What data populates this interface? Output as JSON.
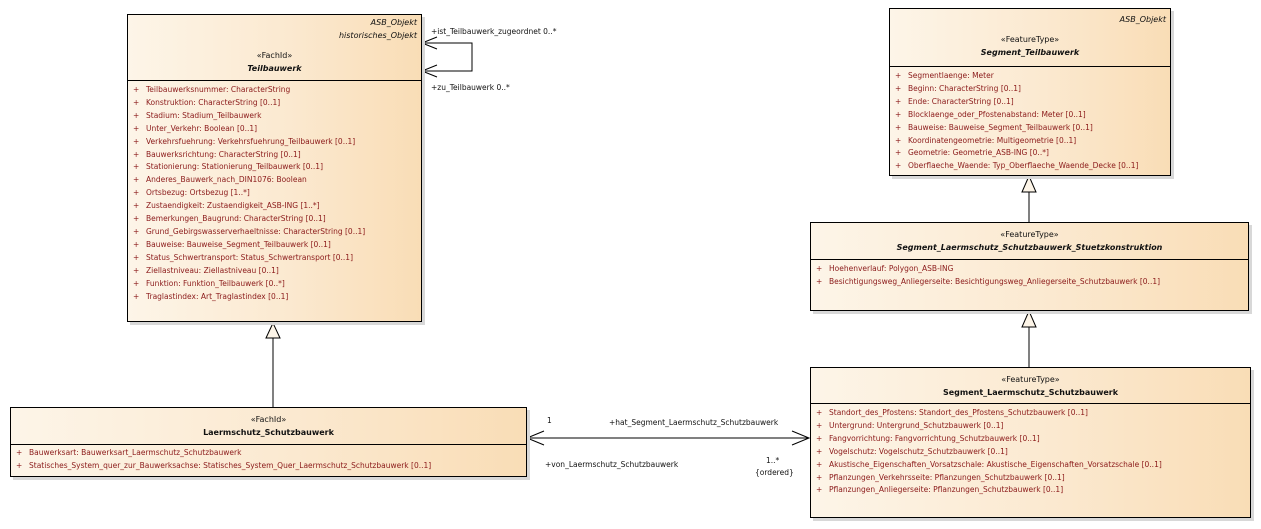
{
  "diagram": {
    "classes": {
      "teilbauwerk": {
        "parents": [
          "ASB_Objekt",
          "historisches_Objekt"
        ],
        "stereotype": "«FachId»",
        "name": "Teilbauwerk",
        "attributes": [
          {
            "vis": "+",
            "text": "Teilbauwerksnummer: CharacterString"
          },
          {
            "vis": "+",
            "text": "Konstruktion: CharacterString [0..1]"
          },
          {
            "vis": "+",
            "text": "Stadium: Stadium_Teilbauwerk"
          },
          {
            "vis": "+",
            "text": "Unter_Verkehr: Boolean [0..1]"
          },
          {
            "vis": "+",
            "text": "Verkehrsfuehrung: Verkehrsfuehrung_Teilbauwerk [0..1]"
          },
          {
            "vis": "+",
            "text": "Bauwerksrichtung: CharacterString [0..1]"
          },
          {
            "vis": "+",
            "text": "Stationierung: Stationierung_Teilbauwerk [0..1]"
          },
          {
            "vis": "+",
            "text": "Anderes_Bauwerk_nach_DIN1076: Boolean"
          },
          {
            "vis": "+",
            "text": "Ortsbezug: Ortsbezug [1..*]"
          },
          {
            "vis": "+",
            "text": "Zustaendigkeit: Zustaendigkeit_ASB-ING [1..*]"
          },
          {
            "vis": "+",
            "text": "Bemerkungen_Baugrund: CharacterString [0..1]"
          },
          {
            "vis": "+",
            "text": "Grund_Gebirgswasserverhaeltnisse: CharacterString [0..1]"
          },
          {
            "vis": "+",
            "text": "Bauweise: Bauweise_Segment_Teilbauwerk [0..1]"
          },
          {
            "vis": "+",
            "text": "Status_Schwertransport: Status_Schwertransport [0..1]"
          },
          {
            "vis": "+",
            "text": "Ziellastniveau: Ziellastniveau [0..1]"
          },
          {
            "vis": "+",
            "text": "Funktion: Funktion_Teilbauwerk [0..*]"
          },
          {
            "vis": "+",
            "text": "Traglastindex: Art_Traglastindex [0..1]"
          }
        ]
      },
      "segment_teilbauwerk": {
        "parents": [
          "ASB_Objekt"
        ],
        "stereotype": "«FeatureType»",
        "name": "Segment_Teilbauwerk",
        "attributes": [
          {
            "vis": "+",
            "text": "Segmentlaenge: Meter"
          },
          {
            "vis": "+",
            "text": "Beginn: CharacterString [0..1]"
          },
          {
            "vis": "+",
            "text": "Ende: CharacterString [0..1]"
          },
          {
            "vis": "+",
            "text": "Blocklaenge_oder_Pfostenabstand: Meter [0..1]"
          },
          {
            "vis": "+",
            "text": "Bauweise: Bauweise_Segment_Teilbauwerk [0..1]"
          },
          {
            "vis": "+",
            "text": "Koordinatengeometrie: Multigeometrie [0..1]"
          },
          {
            "vis": "+",
            "text": "Geometrie: Geometrie_ASB-ING [0..*]"
          },
          {
            "vis": "+",
            "text": "Oberflaeche_Waende: Typ_Oberflaeche_Waende_Decke [0..1]"
          }
        ]
      },
      "stuetzkonstruktion": {
        "stereotype": "«FeatureType»",
        "name": "Segment_Laermschutz_Schutzbauwerk_Stuetzkonstruktion",
        "attributes": [
          {
            "vis": "+",
            "text": "Hoehenverlauf: Polygon_ASB-ING"
          },
          {
            "vis": "+",
            "text": "Besichtigungsweg_Anliegerseite: Besichtigungsweg_Anliegerseite_Schutzbauwerk [0..1]"
          }
        ]
      },
      "segment_laermschutz": {
        "stereotype": "«FeatureType»",
        "name": "Segment_Laermschutz_Schutzbauwerk",
        "attributes": [
          {
            "vis": "+",
            "text": "Standort_des_Pfostens: Standort_des_Pfostens_Schutzbauwerk [0..1]"
          },
          {
            "vis": "+",
            "text": "Untergrund: Untergrund_Schutzbauwerk [0..1]"
          },
          {
            "vis": "+",
            "text": "Fangvorrichtung: Fangvorrichtung_Schutzbauwerk [0..1]"
          },
          {
            "vis": "+",
            "text": "Vogelschutz: Vogelschutz_Schutzbauwerk [0..1]"
          },
          {
            "vis": "+",
            "text": "Akustische_Eigenschaften_Vorsatzschale: Akustische_Eigenschaften_Vorsatzschale [0..1]"
          },
          {
            "vis": "+",
            "text": "Pflanzungen_Verkehrsseite: Pflanzungen_Schutzbauwerk [0..1]"
          },
          {
            "vis": "+",
            "text": "Pflanzungen_Anliegerseite: Pflanzungen_Schutzbauwerk [0..1]"
          }
        ]
      },
      "laermschutz": {
        "stereotype": "«FachId»",
        "name": "Laermschutz_Schutzbauwerk",
        "attributes": [
          {
            "vis": "+",
            "text": "Bauwerksart: Bauwerksart_Laermschutz_Schutzbauwerk"
          },
          {
            "vis": "+",
            "text": "Statisches_System_quer_zur_Bauwerksachse: Statisches_System_Quer_Laermschutz_Schutzbauwerk [0..1]"
          }
        ]
      }
    },
    "associations": {
      "self": {
        "role_top": "+ist_Teilbauwerk_zugeordnet 0..*",
        "role_bottom": "+zu_Teilbauwerk 0..*"
      },
      "laermschutz_segment": {
        "source_multiplicity": "1",
        "target_role": "+hat_Segment_Laermschutz_Schutzbauwerk",
        "source_role": "+von_Laermschutz_Schutzbauwerk",
        "target_multiplicity": "1..*",
        "target_constraint": "{ordered}"
      }
    },
    "colors": {
      "attribute_text": "#8b1a1a",
      "box_fill_left": "#fdf5e8",
      "box_fill_right": "#f9ddb6",
      "border": "#000000",
      "shadow": "#d8d8d8"
    }
  }
}
